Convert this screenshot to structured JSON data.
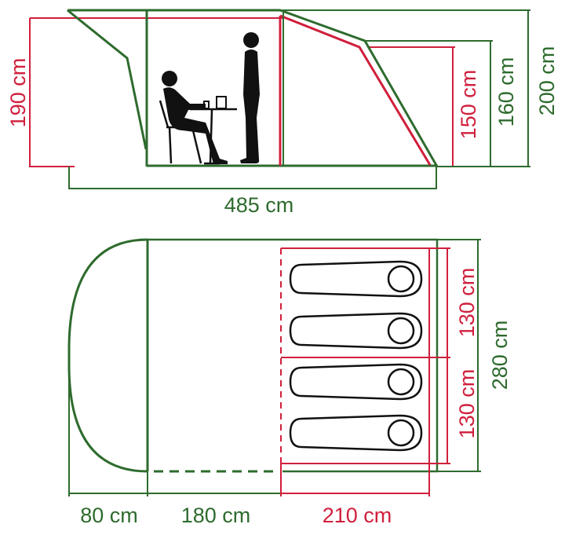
{
  "colors": {
    "green": "#2e6b2e",
    "red": "#d01f3c",
    "ink": "#111111"
  },
  "side_view": {
    "height_190": "190 cm",
    "height_150": "150 cm",
    "height_160": "160 cm",
    "height_200": "200 cm",
    "length_485": "485 cm"
  },
  "floor_plan": {
    "width_80": "80 cm",
    "width_180": "180 cm",
    "width_210": "210 cm",
    "bay_130_upper": "130 cm",
    "bay_130_lower": "130 cm",
    "depth_280": "280 cm"
  }
}
